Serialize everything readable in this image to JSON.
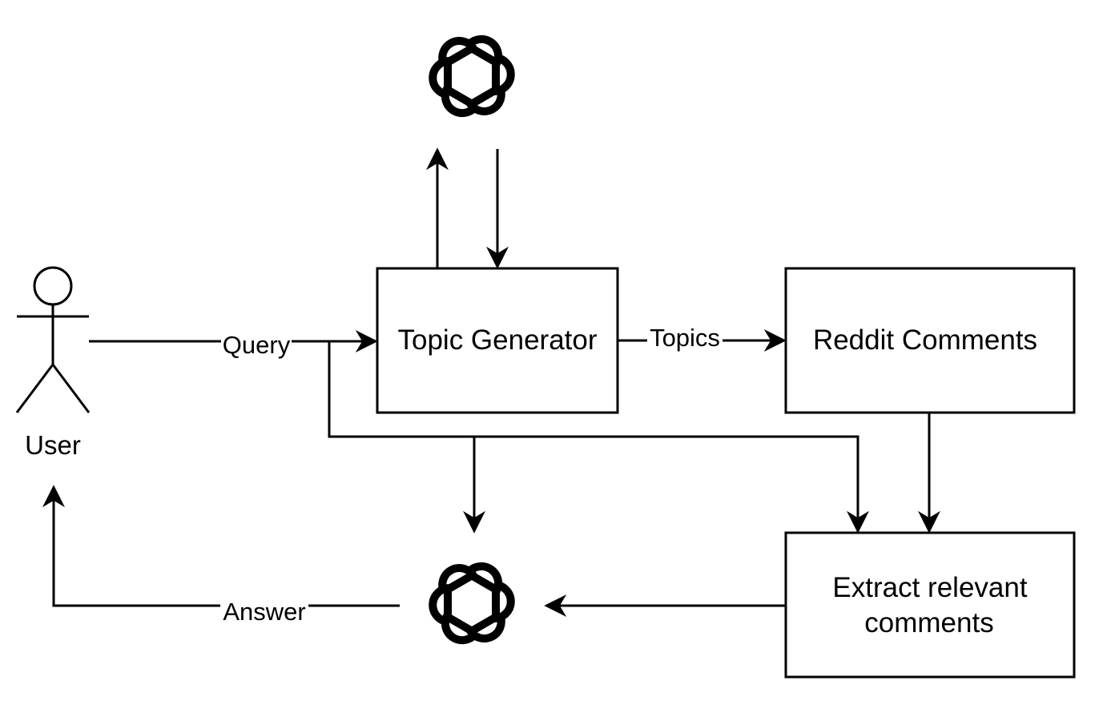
{
  "actor": {
    "label": "User"
  },
  "nodes": {
    "topic_generator": "Topic Generator",
    "reddit_comments": "Reddit Comments",
    "extract_line1": "Extract relevant",
    "extract_line2": "comments"
  },
  "edges": {
    "query": "Query",
    "topics": "Topics",
    "answer": "Answer"
  },
  "icons": {
    "llm_top": "llm-logo-icon",
    "llm_bottom": "llm-logo-icon"
  },
  "colors": {
    "stroke": "#000000",
    "background": "#ffffff"
  }
}
